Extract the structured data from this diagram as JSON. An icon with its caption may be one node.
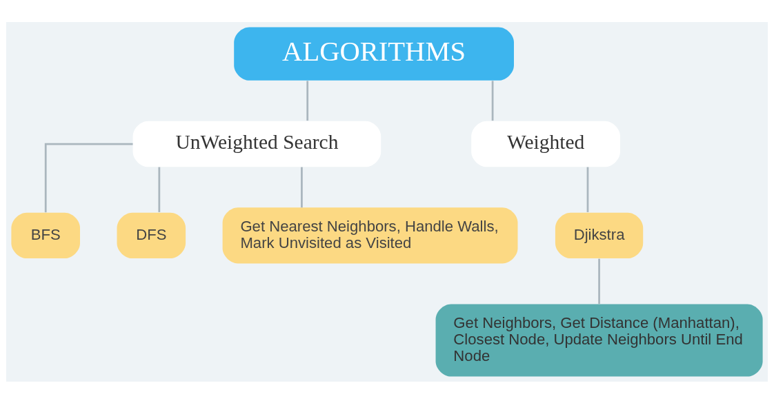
{
  "diagram": {
    "nodes": [
      {
        "text": [
          "ALGORITHMS"
        ]
      },
      {
        "text": [
          "UnWeighted Search"
        ]
      },
      {
        "text": [
          "Weighted"
        ]
      },
      {
        "text": [
          "BFS"
        ]
      },
      {
        "text": [
          "DFS"
        ]
      },
      {
        "text": [
          "Get Nearest Neighbors, Handle Walls, Mark Unvisited as Visited"
        ]
      },
      {
        "text": [
          "Djikstra"
        ]
      },
      {
        "text": [
          "Get Neighbors, Get Distance (Manhattan), Closest Node, Update Neighbors Until End Node"
        ]
      }
    ],
    "edges": [
      {
        "from": 0,
        "to": 1,
        "arrow": "none"
      },
      {
        "from": 0,
        "to": 2,
        "arrow": "none"
      },
      {
        "from": 1,
        "to": 3,
        "arrow": "none"
      },
      {
        "from": 1,
        "to": 4,
        "arrow": "none"
      },
      {
        "from": 1,
        "to": 5,
        "arrow": "none"
      },
      {
        "from": 2,
        "to": 6,
        "arrow": "none"
      },
      {
        "from": 6,
        "to": 7,
        "arrow": "none"
      }
    ]
  }
}
